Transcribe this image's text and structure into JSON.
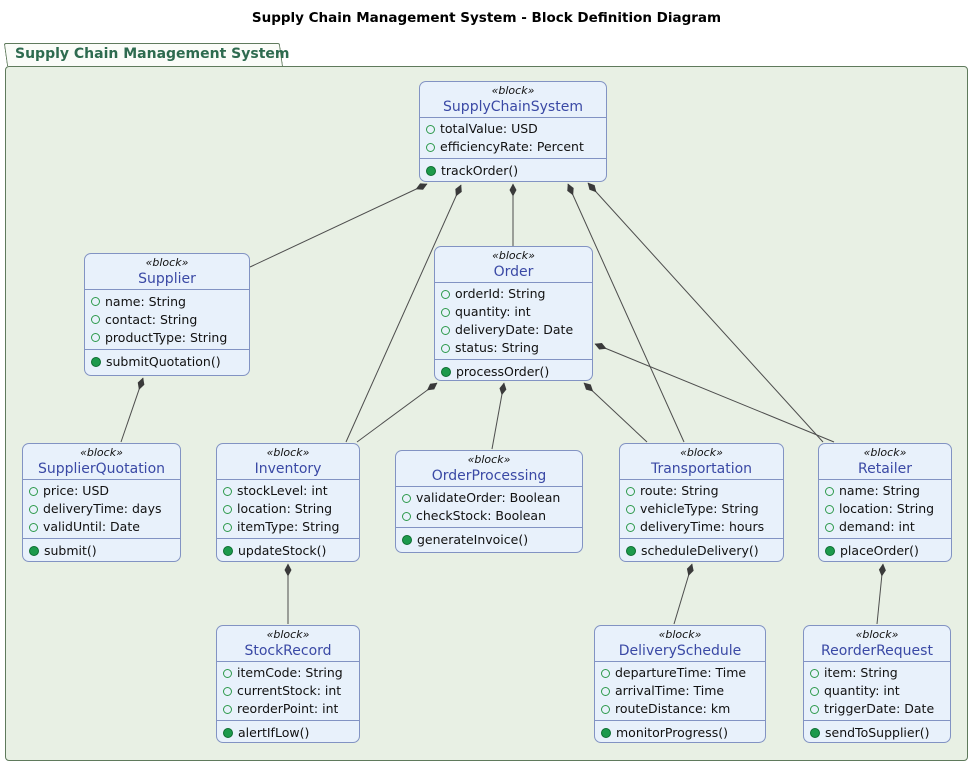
{
  "page": {
    "title": "Supply Chain Management System - Block Definition Diagram"
  },
  "package": {
    "name": "Supply Chain Management System"
  },
  "colors": {
    "package_fill": "#e8f0e4",
    "package_border": "#5f7a5c",
    "package_title_text": "#2e6b4f",
    "block_fill": "#e8f1fb",
    "block_border": "#8293c3",
    "block_name_text": "#3a49a5",
    "attribute_icon_green": "#2e9a4c",
    "operation_icon_green": "#1d9a4c",
    "connector_line": "#4d4d4d",
    "composition_diamond": "#3a3a3a"
  },
  "icons": {
    "attribute": "hollow-green-circle",
    "operation": "filled-green-circle",
    "composition": "filled-diamond"
  },
  "blocks": [
    {
      "stereotype": "«block»",
      "name": "SupplyChainSystem",
      "attributes": [
        "totalValue: USD",
        "efficiencyRate: Percent"
      ],
      "operations": [
        "trackOrder()"
      ]
    },
    {
      "stereotype": "«block»",
      "name": "Supplier",
      "attributes": [
        "name: String",
        "contact: String",
        "productType: String"
      ],
      "operations": [
        "submitQuotation()"
      ]
    },
    {
      "stereotype": "«block»",
      "name": "Order",
      "attributes": [
        "orderId: String",
        "quantity: int",
        "deliveryDate: Date",
        "status: String"
      ],
      "operations": [
        "processOrder()"
      ]
    },
    {
      "stereotype": "«block»",
      "name": "SupplierQuotation",
      "attributes": [
        "price: USD",
        "deliveryTime: days",
        "validUntil: Date"
      ],
      "operations": [
        "submit()"
      ]
    },
    {
      "stereotype": "«block»",
      "name": "Inventory",
      "attributes": [
        "stockLevel: int",
        "location: String",
        "itemType: String"
      ],
      "operations": [
        "updateStock()"
      ]
    },
    {
      "stereotype": "«block»",
      "name": "OrderProcessing",
      "attributes": [
        "validateOrder: Boolean",
        "checkStock: Boolean"
      ],
      "operations": [
        "generateInvoice()"
      ]
    },
    {
      "stereotype": "«block»",
      "name": "Transportation",
      "attributes": [
        "route: String",
        "vehicleType: String",
        "deliveryTime: hours"
      ],
      "operations": [
        "scheduleDelivery()"
      ]
    },
    {
      "stereotype": "«block»",
      "name": "Retailer",
      "attributes": [
        "name: String",
        "location: String",
        "demand: int"
      ],
      "operations": [
        "placeOrder()"
      ]
    },
    {
      "stereotype": "«block»",
      "name": "StockRecord",
      "attributes": [
        "itemCode: String",
        "currentStock: int",
        "reorderPoint: int"
      ],
      "operations": [
        "alertIfLow()"
      ]
    },
    {
      "stereotype": "«block»",
      "name": "DeliverySchedule",
      "attributes": [
        "departureTime: Time",
        "arrivalTime: Time",
        "routeDistance: km"
      ],
      "operations": [
        "monitorProgress()"
      ]
    },
    {
      "stereotype": "«block»",
      "name": "ReorderRequest",
      "attributes": [
        "item: String",
        "quantity: int",
        "triggerDate: Date"
      ],
      "operations": [
        "sendToSupplier()"
      ]
    }
  ],
  "relationships": [
    {
      "type": "composition",
      "whole": "SupplyChainSystem",
      "part": "Supplier"
    },
    {
      "type": "composition",
      "whole": "SupplyChainSystem",
      "part": "Inventory"
    },
    {
      "type": "composition",
      "whole": "SupplyChainSystem",
      "part": "Order"
    },
    {
      "type": "composition",
      "whole": "SupplyChainSystem",
      "part": "Transportation"
    },
    {
      "type": "composition",
      "whole": "SupplyChainSystem",
      "part": "Retailer"
    },
    {
      "type": "composition",
      "whole": "Supplier",
      "part": "SupplierQuotation"
    },
    {
      "type": "composition",
      "whole": "Order",
      "part": "Inventory"
    },
    {
      "type": "composition",
      "whole": "Order",
      "part": "OrderProcessing"
    },
    {
      "type": "composition",
      "whole": "Order",
      "part": "Transportation"
    },
    {
      "type": "composition",
      "whole": "Order",
      "part": "Retailer"
    },
    {
      "type": "composition",
      "whole": "Inventory",
      "part": "StockRecord"
    },
    {
      "type": "composition",
      "whole": "Transportation",
      "part": "DeliverySchedule"
    },
    {
      "type": "composition",
      "whole": "Retailer",
      "part": "ReorderRequest"
    }
  ]
}
